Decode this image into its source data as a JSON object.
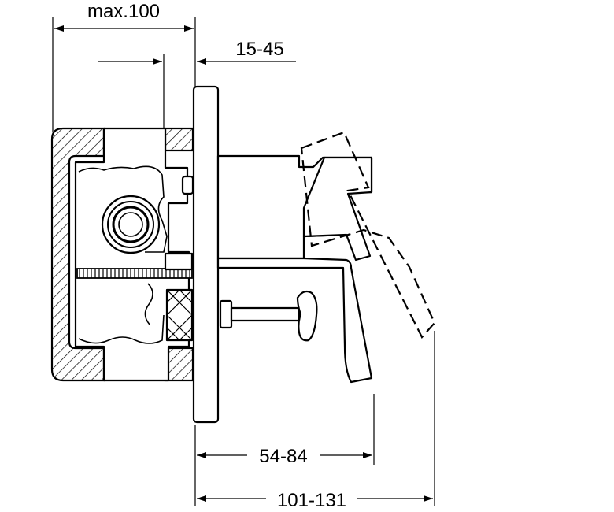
{
  "dimensions": {
    "wall_depth": "max.100",
    "plate_offset": "15-45",
    "lever_depth": "54-84",
    "overall_depth": "101-131"
  }
}
